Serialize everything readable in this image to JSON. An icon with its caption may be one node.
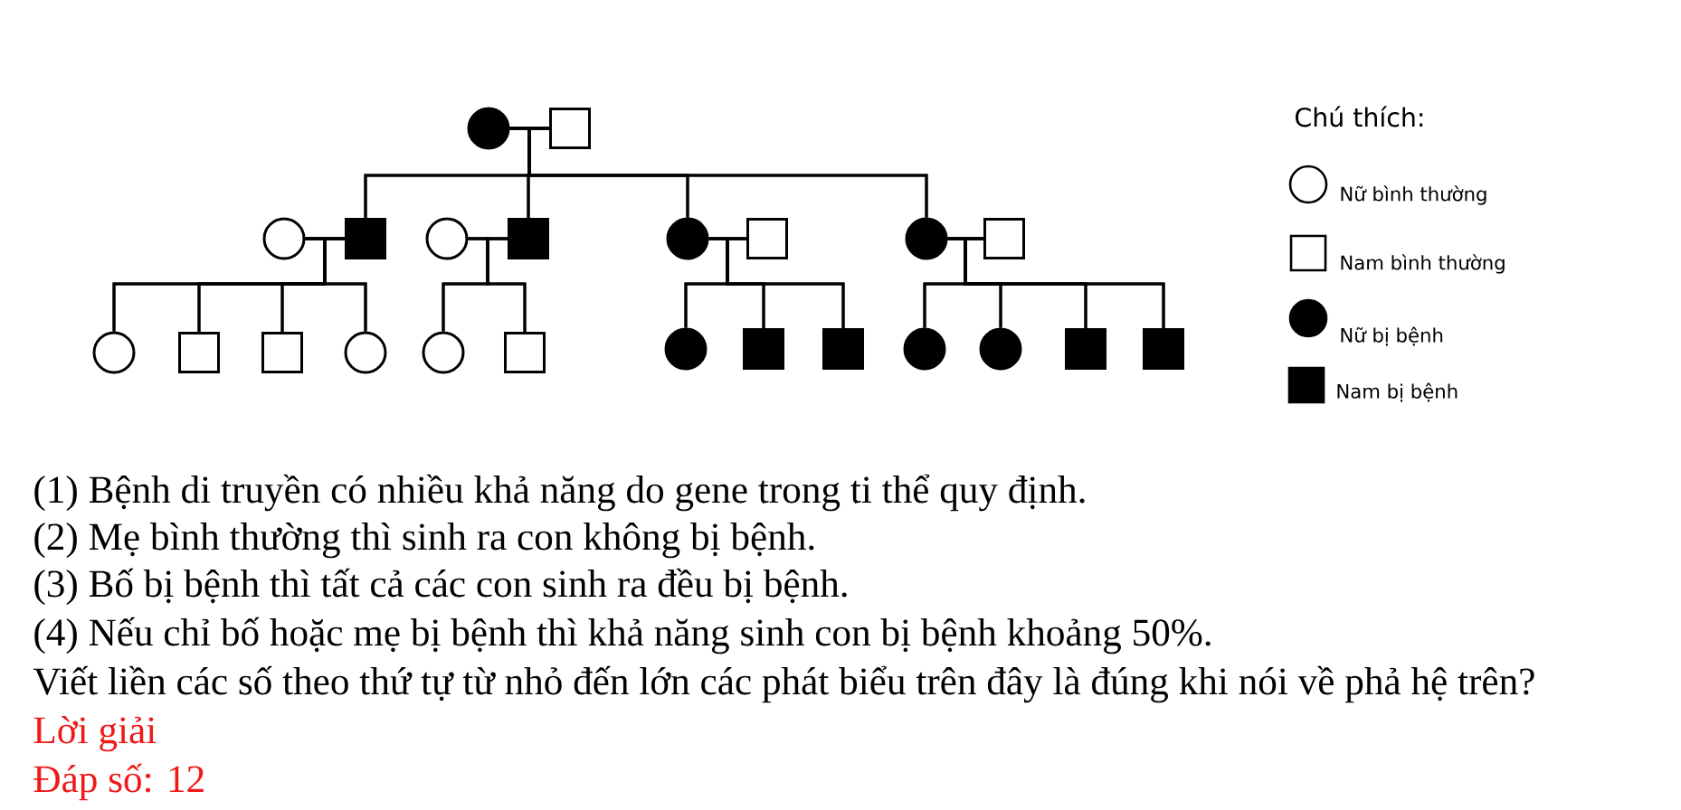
{
  "diagram": {
    "nodes": [
      {
        "text": [],
        "shape": "circle"
      },
      {
        "text": [],
        "shape": "box"
      },
      {
        "text": [],
        "shape": "circle"
      },
      {
        "text": [],
        "shape": "box"
      },
      {
        "text": [],
        "shape": "circle"
      },
      {
        "text": [],
        "shape": "box"
      },
      {
        "text": [],
        "shape": "circle"
      },
      {
        "text": [],
        "shape": "box"
      },
      {
        "text": [],
        "shape": "circle"
      },
      {
        "text": [],
        "shape": "box"
      },
      {
        "text": [],
        "shape": "circle"
      },
      {
        "text": [],
        "shape": "box"
      },
      {
        "text": [],
        "shape": "box"
      },
      {
        "text": [],
        "shape": "circle"
      },
      {
        "text": [],
        "shape": "circle"
      },
      {
        "text": [],
        "shape": "box"
      },
      {
        "text": [],
        "shape": "circle"
      },
      {
        "text": [],
        "shape": "box"
      },
      {
        "text": [],
        "shape": "box"
      },
      {
        "text": [],
        "shape": "circle"
      },
      {
        "text": [],
        "shape": "circle"
      },
      {
        "text": [],
        "shape": "box"
      },
      {
        "text": [],
        "shape": "box"
      }
    ],
    "edges": [
      {
        "from": 0,
        "to": 1,
        "arrow": "none"
      },
      {
        "from": 2,
        "to": 3,
        "arrow": "none"
      },
      {
        "from": 4,
        "to": 5,
        "arrow": "none"
      },
      {
        "from": 6,
        "to": 7,
        "arrow": "none"
      },
      {
        "from": 8,
        "to": 9,
        "arrow": "none"
      },
      {
        "from": 0,
        "to": 3,
        "arrow": "none"
      },
      {
        "from": 1,
        "to": 3,
        "arrow": "none"
      },
      {
        "from": 0,
        "to": 5,
        "arrow": "none"
      },
      {
        "from": 1,
        "to": 5,
        "arrow": "none"
      },
      {
        "from": 0,
        "to": 6,
        "arrow": "none"
      },
      {
        "from": 1,
        "to": 6,
        "arrow": "none"
      },
      {
        "from": 0,
        "to": 8,
        "arrow": "none"
      },
      {
        "from": 1,
        "to": 8,
        "arrow": "none"
      },
      {
        "from": 2,
        "to": 10,
        "arrow": "none"
      },
      {
        "from": 3,
        "to": 10,
        "arrow": "none"
      },
      {
        "from": 2,
        "to": 11,
        "arrow": "none"
      },
      {
        "from": 3,
        "to": 11,
        "arrow": "none"
      },
      {
        "from": 2,
        "to": 12,
        "arrow": "none"
      },
      {
        "from": 3,
        "to": 12,
        "arrow": "none"
      },
      {
        "from": 2,
        "to": 13,
        "arrow": "none"
      },
      {
        "from": 3,
        "to": 13,
        "arrow": "none"
      },
      {
        "from": 4,
        "to": 14,
        "arrow": "none"
      },
      {
        "from": 5,
        "to": 14,
        "arrow": "none"
      },
      {
        "from": 4,
        "to": 15,
        "arrow": "none"
      },
      {
        "from": 5,
        "to": 15,
        "arrow": "none"
      },
      {
        "from": 6,
        "to": 16,
        "arrow": "none"
      },
      {
        "from": 7,
        "to": 16,
        "arrow": "none"
      },
      {
        "from": 6,
        "to": 17,
        "arrow": "none"
      },
      {
        "from": 7,
        "to": 17,
        "arrow": "none"
      },
      {
        "from": 6,
        "to": 18,
        "arrow": "none"
      },
      {
        "from": 7,
        "to": 18,
        "arrow": "none"
      },
      {
        "from": 8,
        "to": 19,
        "arrow": "none"
      },
      {
        "from": 9,
        "to": 19,
        "arrow": "none"
      },
      {
        "from": 8,
        "to": 20,
        "arrow": "none"
      },
      {
        "from": 9,
        "to": 20,
        "arrow": "none"
      },
      {
        "from": 8,
        "to": 21,
        "arrow": "none"
      },
      {
        "from": 9,
        "to": 21,
        "arrow": "none"
      },
      {
        "from": 8,
        "to": 22,
        "arrow": "none"
      },
      {
        "from": 9,
        "to": 22,
        "arrow": "none"
      }
    ],
    "labels": [
      "Chú thích:",
      "(1) Bệnh di truyền có nhiều khả năng do gene trong ti thể quy định.",
      "(2) Mẹ bình thường thì sinh ra con không bị bệnh.",
      "(3) Bố bị bệnh thì tất cả các con sinh ra đều bị bệnh.",
      "(4) Nếu chỉ bố hoặc mẹ bị bệnh thì khả năng sinh con bị bệnh khoảng 50%.",
      "Viết liền các số theo thứ tự từ nhỏ đến lớn các phát biểu trên đây là đúng khi nói về phả hệ trên?",
      "Lời giải",
      "Đáp số: 12"
    ],
    "legend": [
      {
        "text": "Nữ bình thường"
      },
      {
        "text": "Nam bình thường"
      },
      {
        "text": "Nữ bị bệnh"
      },
      {
        "text": "Nam bị bệnh"
      }
    ]
  }
}
